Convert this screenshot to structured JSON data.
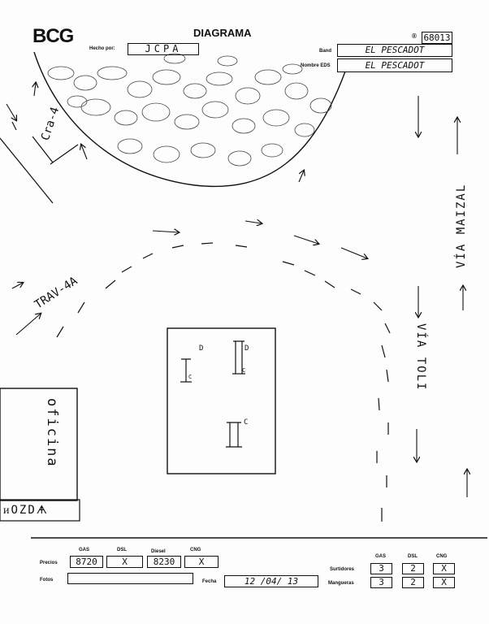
{
  "header": {
    "logo": "BCG",
    "title": "DIAGRAMA",
    "hecho_por_label": "Hecho por:",
    "hecho_por_value": "JCPA",
    "id_symbol": "®",
    "id_value": "68013",
    "band_label": "Band",
    "band_value": "EL PESCADOT",
    "nombre_label": "Nombre EDS",
    "nombre_value": "EL PESCADOT"
  },
  "sketch": {
    "calle": "Cra-4",
    "transversal": "TRAV-4A",
    "via_right": "VÍA MAIZAL",
    "via_center": "VÍA TOLI",
    "oficina": "oficina",
    "bottom_left": "ᴎOZDᗗ",
    "pump_label": "D",
    "pump_label_small": "C"
  },
  "footer": {
    "col_gas": "GAS",
    "col_dsl": "DSL",
    "col_diesel": "Diesel",
    "col_cng": "CNG",
    "precios_label": "Precios",
    "precio_gas": "8720",
    "precio_dsl": "X",
    "precio_diesel": "8230",
    "precio_cng": "X",
    "fotos_label": "Fotos",
    "fecha_label": "Fecha",
    "fecha_value": "12 /04/ 13",
    "surt_gas_hdr": "GAS",
    "surt_dsl_hdr": "DSL",
    "surt_cng_hdr": "CNG",
    "surtidores_label": "Surtidores",
    "mangueras_label": "Mangueras",
    "surt_gas": "3",
    "surt_dsl": "2",
    "surt_cng": "X",
    "mang_gas": "3",
    "mang_dsl": "2",
    "mang_cng": "X"
  }
}
